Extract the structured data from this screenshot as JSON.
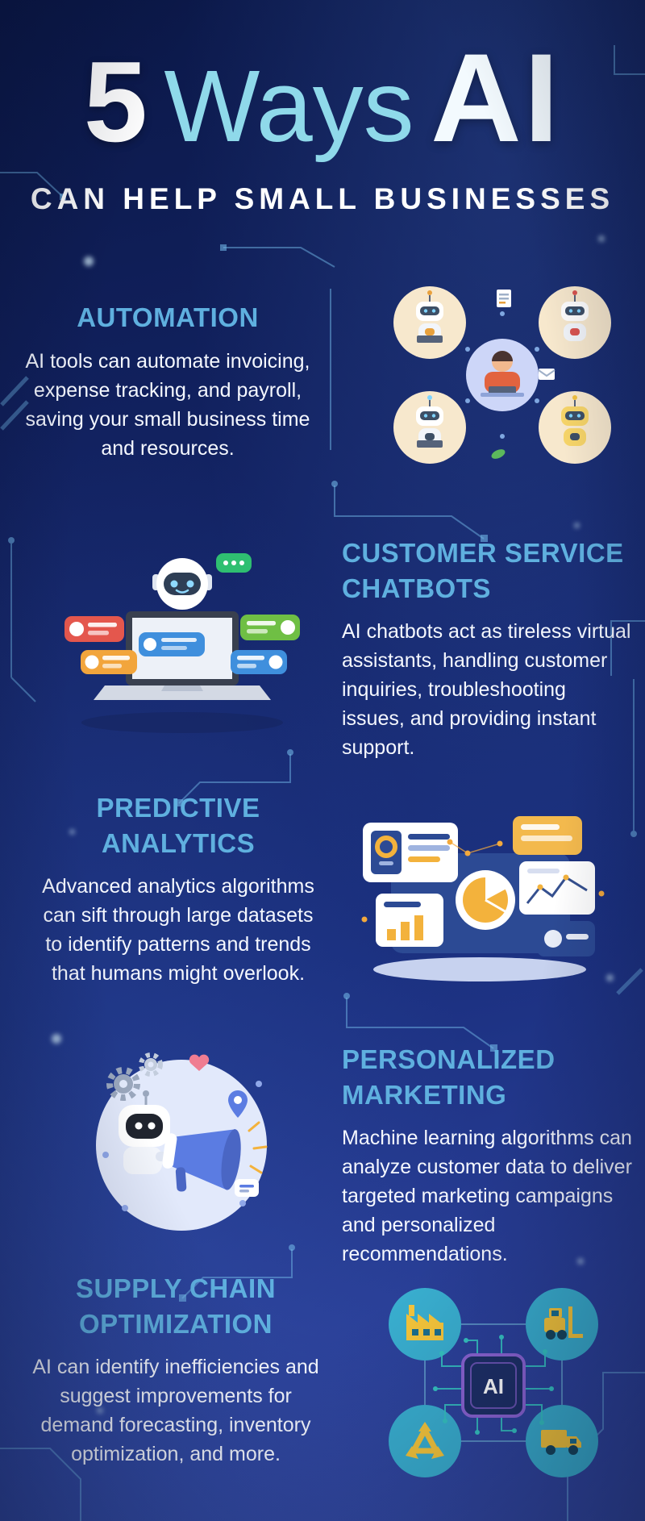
{
  "title": {
    "number": "5",
    "word": "Ways",
    "ai": "AI",
    "subtitle": "CAN HELP SMALL BUSINESSES"
  },
  "sections": [
    {
      "heading": "AUTOMATION",
      "body": "AI tools can automate invoicing, expense tracking, and payroll, saving your small business time and resources.",
      "illustration": "team-of-robots-and-people"
    },
    {
      "heading": "CUSTOMER SERVICE CHATBOTS",
      "body": "AI chatbots act as tireless virtual assistants, handling customer inquiries, troubleshooting issues, and providing instant support.",
      "illustration": "chatbot-laptop-with-chat-bubbles"
    },
    {
      "heading": "PREDICTIVE ANALYTICS",
      "body": "Advanced analytics algorithms can sift through large datasets to identify patterns and trends that humans might overlook.",
      "illustration": "analytics-dashboard-with-charts"
    },
    {
      "heading": "PERSONALIZED MARKETING",
      "body": "Machine learning algorithms can analyze customer data to deliver targeted marketing campaigns and personalized recommendations.",
      "illustration": "robot-with-megaphone"
    },
    {
      "heading": "SUPPLY CHAIN OPTIMIZATION",
      "body": "AI can identify inefficiencies and suggest improvements for demand forecasting, inventory optimization, and more.",
      "illustration": "ai-chip-connected-to-factory-forklift-recycling-truck"
    }
  ],
  "ai_chip": {
    "label": "AI"
  },
  "colors": {
    "background_top": "#0b1848",
    "background_bottom": "#32479f",
    "heading_accent": "#5fb0df",
    "title_accent": "#8fd9ea",
    "body_text": "#ffffff",
    "circuit_lines": "#6fb4e4"
  }
}
